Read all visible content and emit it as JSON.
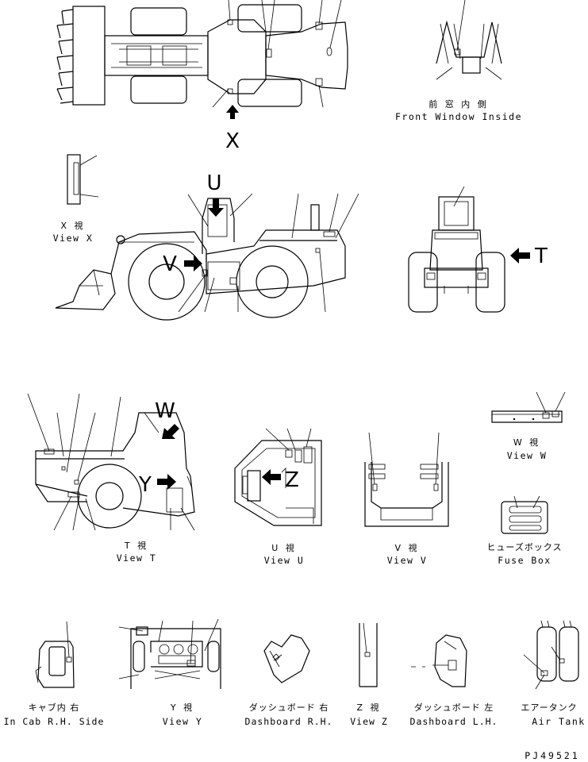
{
  "callouts": {
    "x": "X",
    "u": "U",
    "v": "V",
    "t": "T",
    "w": "W",
    "y": "Y",
    "z": "Z"
  },
  "views": [
    {
      "id": "front-window",
      "jp": "前 窓 内 側",
      "en": "Front Window Inside"
    },
    {
      "id": "view-x",
      "jp": "X 視",
      "en": "View X"
    },
    {
      "id": "view-t",
      "jp": "T 視",
      "en": "View T"
    },
    {
      "id": "view-u",
      "jp": "U 視",
      "en": "View U"
    },
    {
      "id": "view-v",
      "jp": "V 視",
      "en": "View V"
    },
    {
      "id": "view-w",
      "jp": "W 視",
      "en": "View W"
    },
    {
      "id": "fuse-box",
      "jp": "ヒューズボックス",
      "en": "Fuse Box"
    },
    {
      "id": "cab-rh",
      "jp": "キャブ内 右",
      "en": "In Cab R.H. Side"
    },
    {
      "id": "view-y",
      "jp": "Y 視",
      "en": "View Y"
    },
    {
      "id": "dash-rh",
      "jp": "ダッシュボード 右",
      "en": "Dashboard R.H."
    },
    {
      "id": "view-z",
      "jp": "Z 視",
      "en": "View Z"
    },
    {
      "id": "dash-lh",
      "jp": "ダッシュボード 左",
      "en": "Dashboard L.H."
    },
    {
      "id": "air-tank",
      "jp": "エアータンク",
      "en": "Air Tank"
    }
  ],
  "part_code": "PJ49521"
}
